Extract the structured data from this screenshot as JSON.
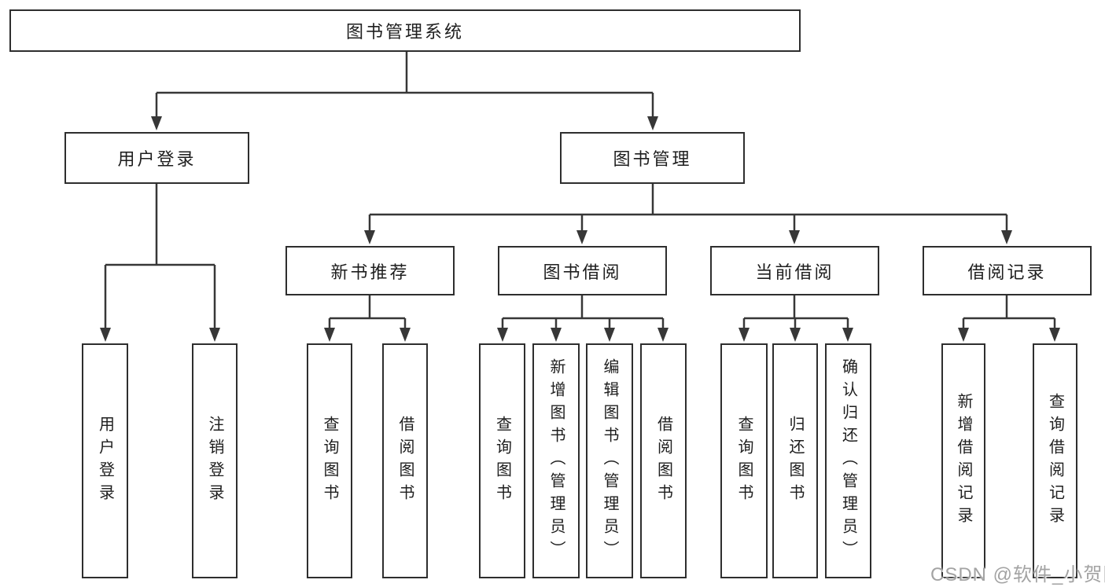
{
  "tree": {
    "label": "图书管理系统",
    "children": [
      {
        "label": "用户登录",
        "children": [
          {
            "label": "用户登录"
          },
          {
            "label": "注销登录"
          }
        ]
      },
      {
        "label": "图书管理",
        "children": [
          {
            "label": "新书推荐",
            "children": [
              {
                "label": "查询图书"
              },
              {
                "label": "借阅图书"
              }
            ]
          },
          {
            "label": "图书借阅",
            "children": [
              {
                "label": "查询图书"
              },
              {
                "label": "新增图书（管理员）"
              },
              {
                "label": "编辑图书（管理员）"
              },
              {
                "label": "借阅图书"
              }
            ]
          },
          {
            "label": "当前借阅",
            "children": [
              {
                "label": "查询图书"
              },
              {
                "label": "归还图书"
              },
              {
                "label": "确认归还（管理员）"
              }
            ]
          },
          {
            "label": "借阅记录",
            "children": [
              {
                "label": "新增借阅记录"
              },
              {
                "label": "查询借阅记录"
              }
            ]
          }
        ]
      }
    ]
  },
  "watermark": {
    "text": "CSDN @软件_小贺同学"
  },
  "colors": {
    "line": "#373737",
    "box_border": "#2e2e2e",
    "text": "#1e1e1e",
    "watermark": "#a3a3a3",
    "background": "#ffffff"
  }
}
